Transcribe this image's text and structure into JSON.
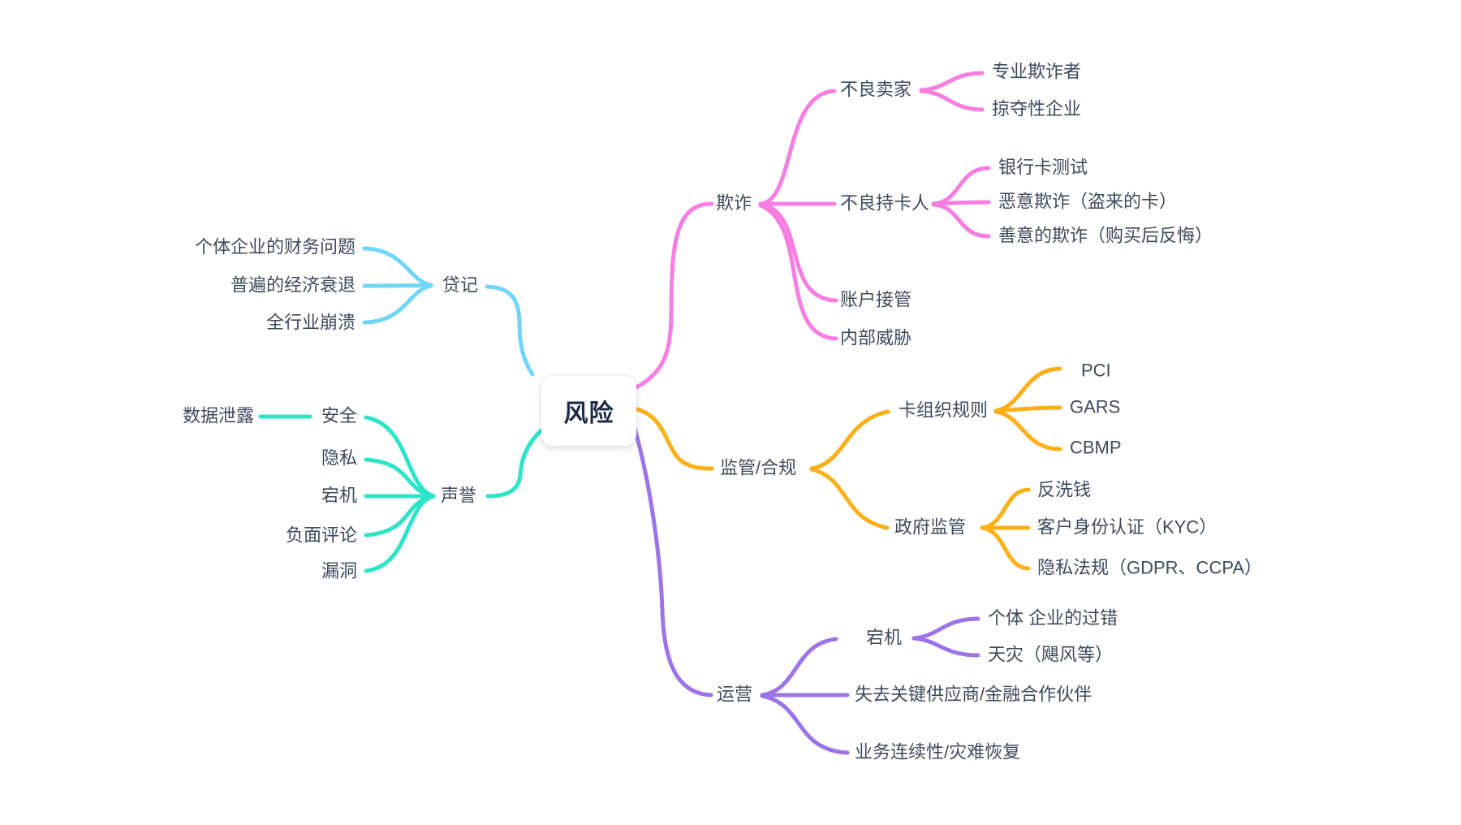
{
  "canvas": {
    "background": "#ffffff",
    "text_color": "#3d4a5c"
  },
  "root": {
    "label": "风险",
    "text_color": "#1e2b48",
    "background": "#ffffff"
  },
  "branches": [
    {
      "label": "欺诈",
      "color": "#f87de2",
      "children": [
        {
          "label": "不良卖家",
          "children": [
            {
              "label": "专业欺诈者"
            },
            {
              "label": "掠夺性企业"
            }
          ]
        },
        {
          "label": "不良持卡人",
          "children": [
            {
              "label": "银行卡测试"
            },
            {
              "label": "恶意欺诈（盗来的卡）"
            },
            {
              "label": "善意的欺诈（购买后反悔）"
            }
          ]
        },
        {
          "label": "账户接管"
        },
        {
          "label": "内部威胁"
        }
      ]
    },
    {
      "label": "贷记",
      "color": "#70d6f9",
      "children": [
        {
          "label": "个体企业的财务问题"
        },
        {
          "label": "普遍的经济衰退"
        },
        {
          "label": "全行业崩溃"
        }
      ]
    },
    {
      "label": "声誉",
      "color": "#2ce5c8",
      "children": [
        {
          "label": "安全",
          "children": [
            {
              "label": "数据泄露"
            }
          ]
        },
        {
          "label": "隐私"
        },
        {
          "label": "宕机"
        },
        {
          "label": "负面评论"
        },
        {
          "label": "漏洞"
        }
      ]
    },
    {
      "label": "监管/合规",
      "color": "#fcaf17",
      "children": [
        {
          "label": "卡组织规则",
          "children": [
            {
              "label": "PCI"
            },
            {
              "label": "GARS"
            },
            {
              "label": "CBMP"
            }
          ]
        },
        {
          "label": "政府监管",
          "children": [
            {
              "label": "反洗钱"
            },
            {
              "label": "客户身份认证（KYC）"
            },
            {
              "label": "隐私法规（GDPR、CCPA）"
            }
          ]
        }
      ]
    },
    {
      "label": "运营",
      "color": "#9c73e9",
      "children": [
        {
          "label": "宕机",
          "children": [
            {
              "label": "个体 企业的过错"
            },
            {
              "label": "天灾（飓风等）"
            }
          ]
        },
        {
          "label": "失去关键供应商/金融合作伙伴"
        },
        {
          "label": "业务连续性/灾难恢复"
        }
      ]
    }
  ]
}
